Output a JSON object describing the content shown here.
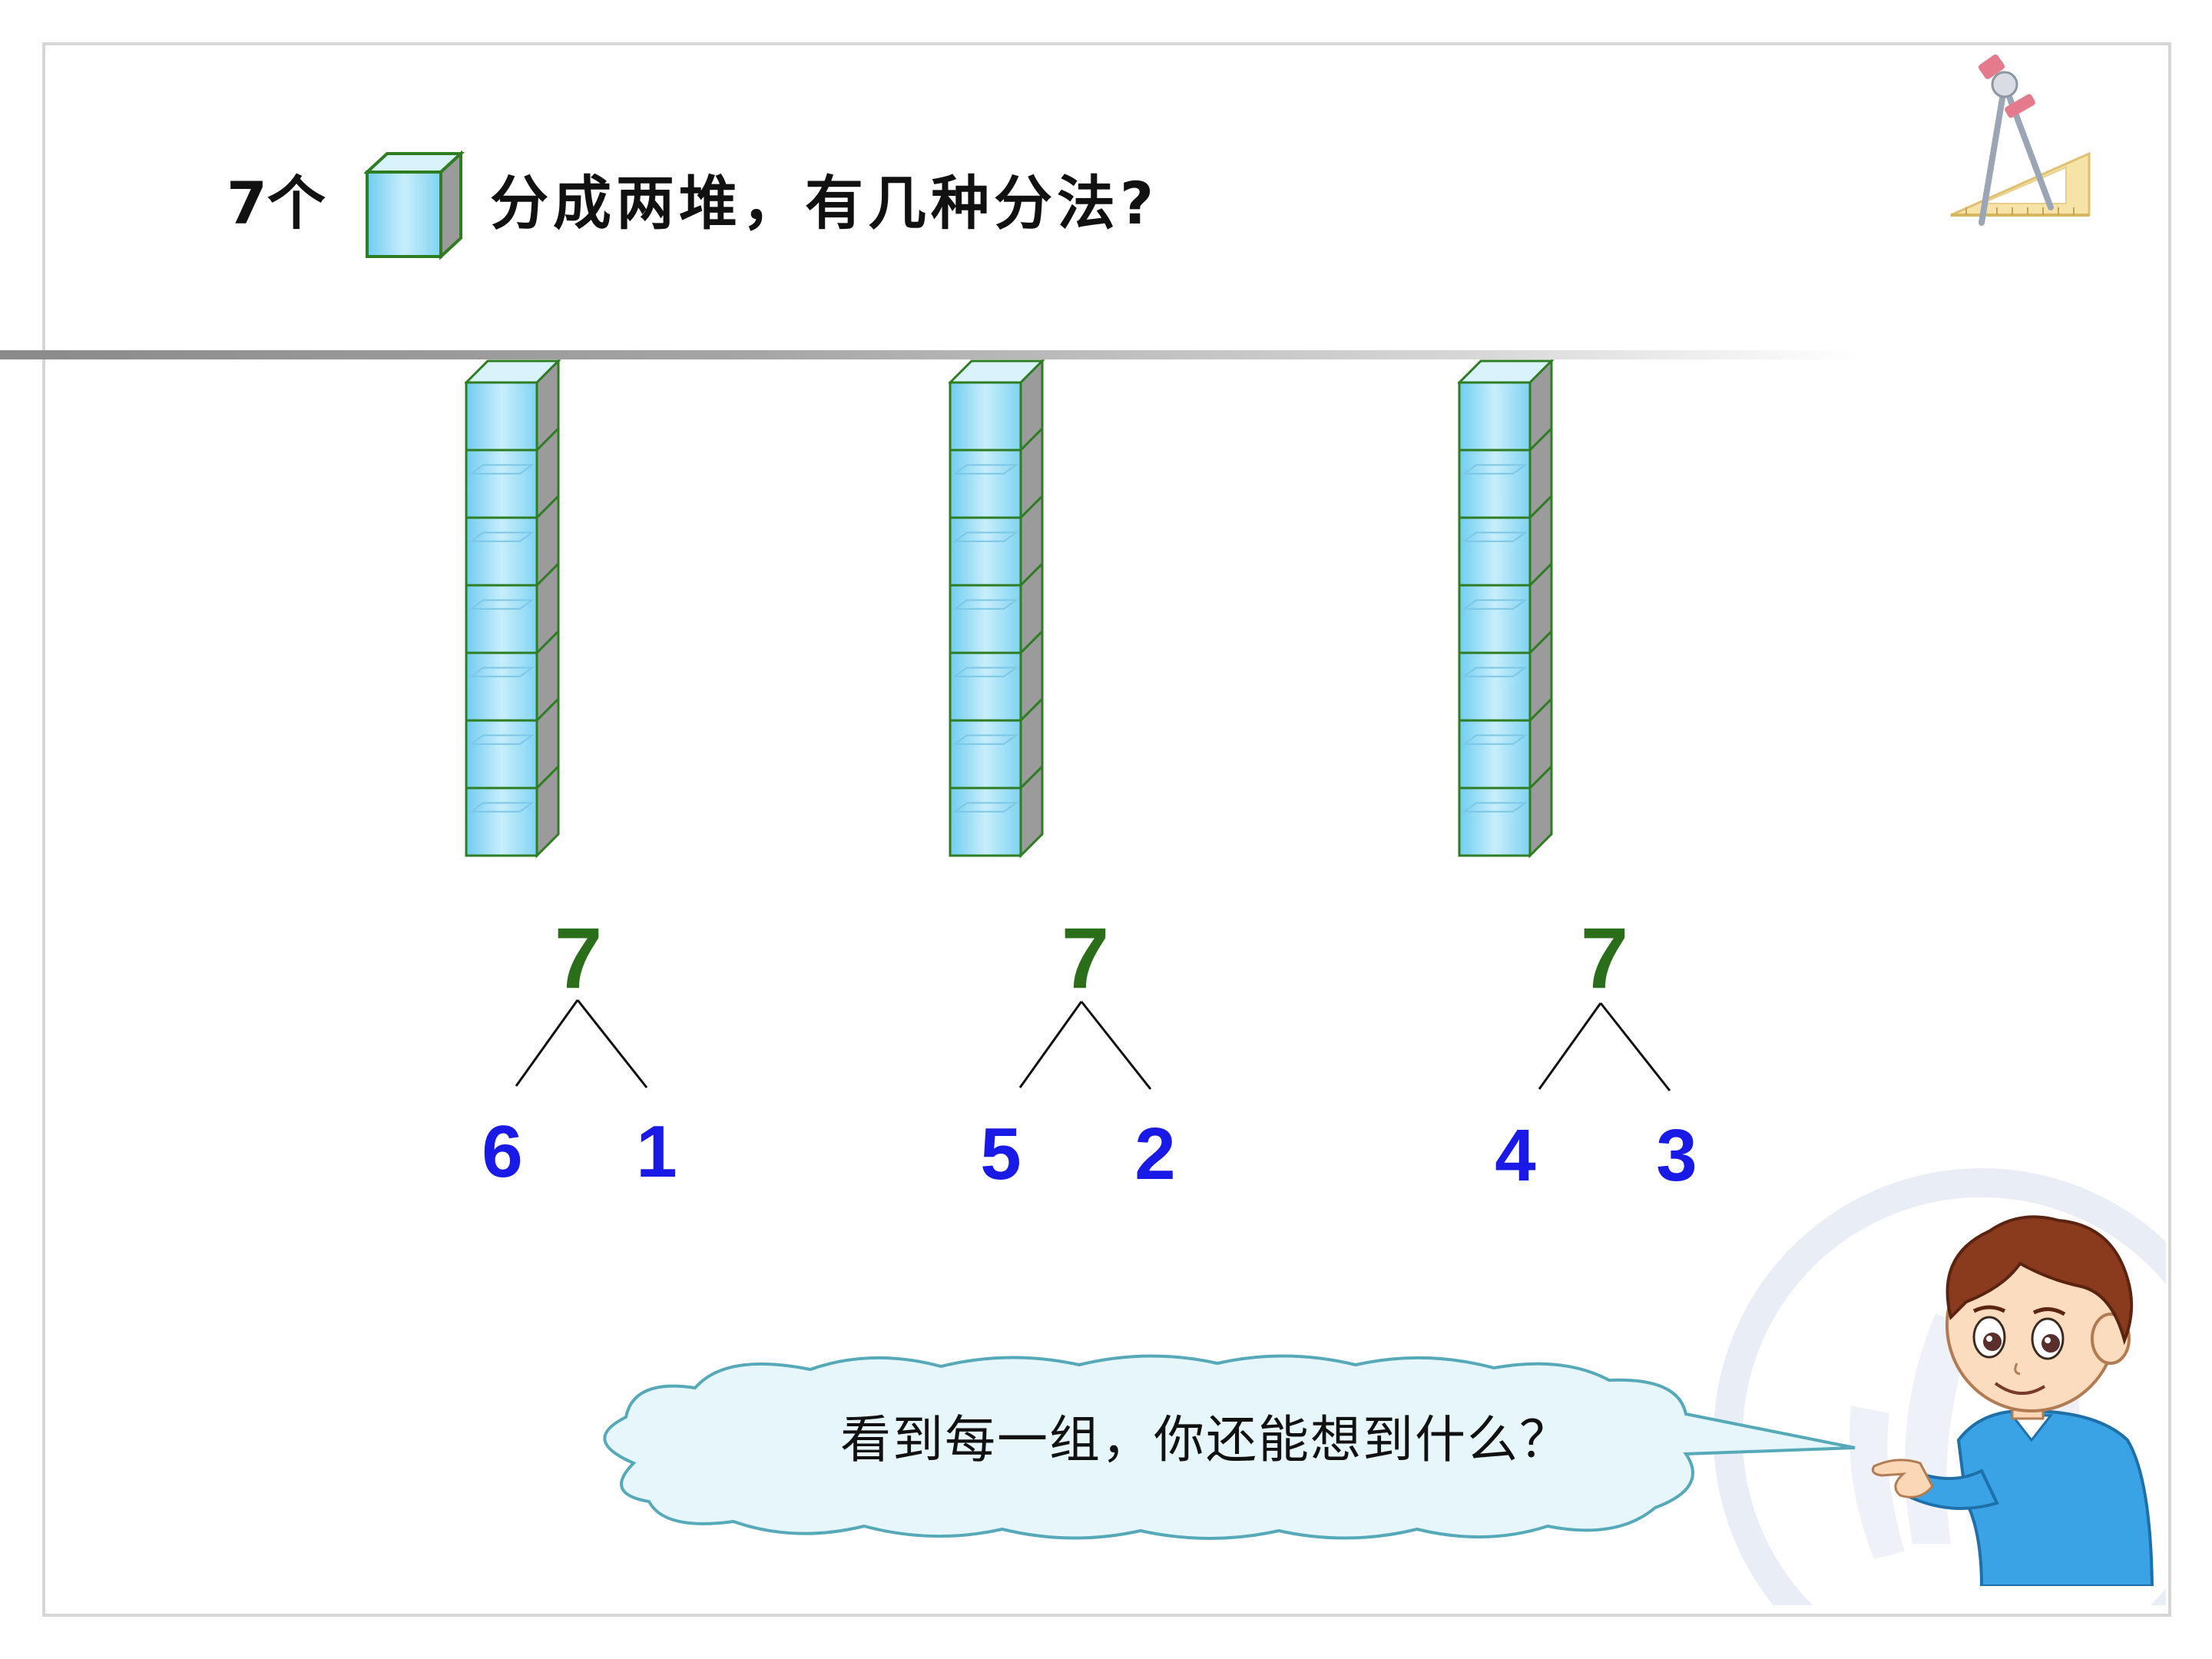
{
  "title": {
    "prefix": "7个",
    "suffix": "分成两堆，有几种分法?"
  },
  "colors": {
    "cube_face": "#8fd9f5",
    "cube_edge": "#2f7d22",
    "total_number": "#2a6e1a",
    "part_number": "#1a1ae6",
    "cloud_fill": "#e6f6fb",
    "cloud_stroke": "#55a9b8"
  },
  "icons": [
    "cube-icon",
    "compass-ruler-icon",
    "watermark-logo",
    "boy-illustration",
    "speech-cloud"
  ],
  "groups": [
    {
      "total": "7",
      "left": "6",
      "right": "1",
      "cubes": 7
    },
    {
      "total": "7",
      "left": "5",
      "right": "2",
      "cubes": 7
    },
    {
      "total": "7",
      "left": "4",
      "right": "3",
      "cubes": 7
    }
  ],
  "speech": {
    "text": "看到每一组，你还能想到什么？"
  }
}
